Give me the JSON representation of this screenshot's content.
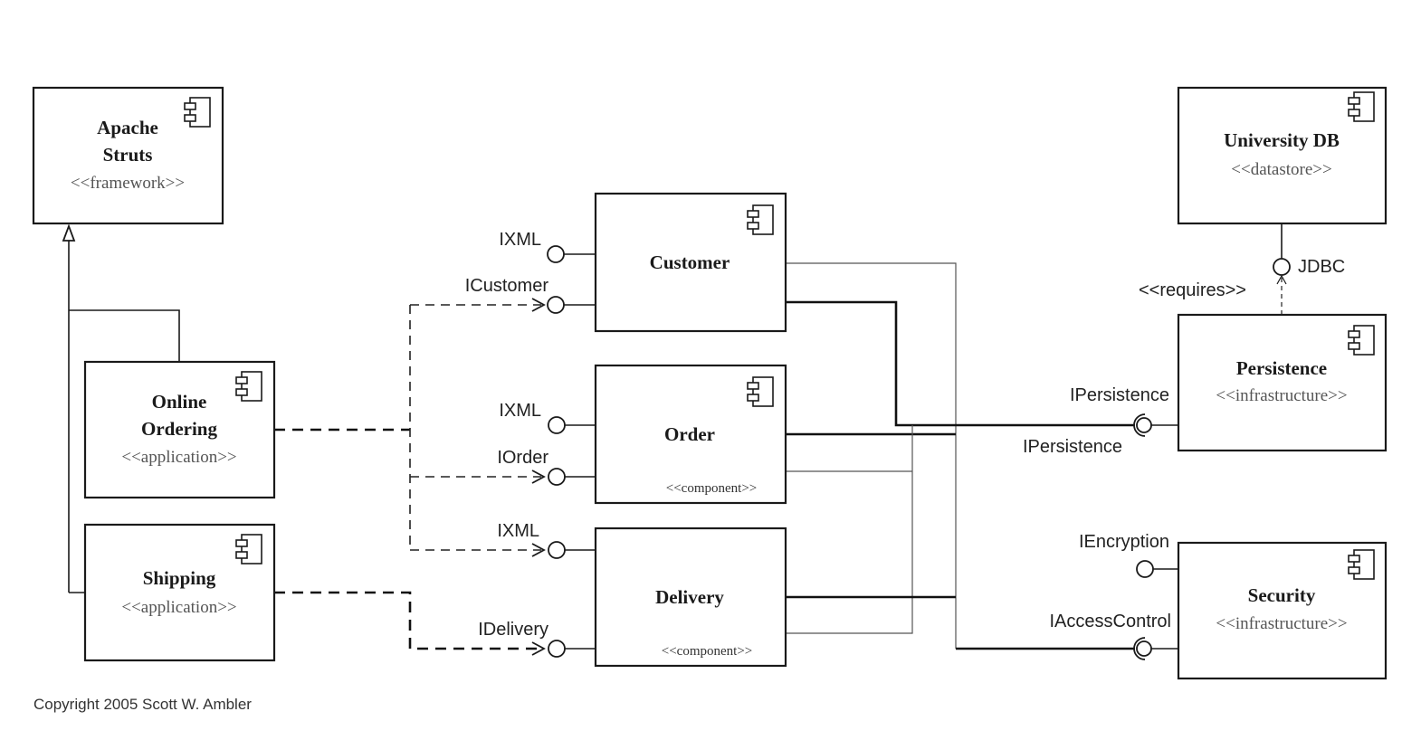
{
  "components": {
    "apache_struts": {
      "name_line1": "Apache",
      "name_line2": "Struts",
      "stereotype": "<<framework>>"
    },
    "online_ordering": {
      "name_line1": "Online",
      "name_line2": "Ordering",
      "stereotype": "<<application>>"
    },
    "shipping": {
      "name": "Shipping",
      "stereotype": "<<application>>"
    },
    "customer": {
      "name": "Customer"
    },
    "order": {
      "name": "Order",
      "stereotype": "<<component>>"
    },
    "delivery": {
      "name": "Delivery",
      "stereotype": "<<component>>"
    },
    "university_db": {
      "name": "University DB",
      "stereotype": "<<datastore>>"
    },
    "persistence": {
      "name": "Persistence",
      "stereotype": "<<infrastructure>>"
    },
    "security": {
      "name": "Security",
      "stereotype": "<<infrastructure>>"
    }
  },
  "interfaces": {
    "customer_ixml": "IXML",
    "customer_icustomer": "ICustomer",
    "order_ixml": "IXML",
    "order_iorder": "IOrder",
    "delivery_ixml": "IXML",
    "delivery_idelivery": "IDelivery",
    "jdbc": "JDBC",
    "requires": "<<requires>>",
    "persistence_provided": "IPersistence",
    "persistence_required": "IPersistence",
    "encryption": "IEncryption",
    "access_control": "IAccessControl"
  },
  "copyright": "Copyright 2005 Scott W. Ambler"
}
